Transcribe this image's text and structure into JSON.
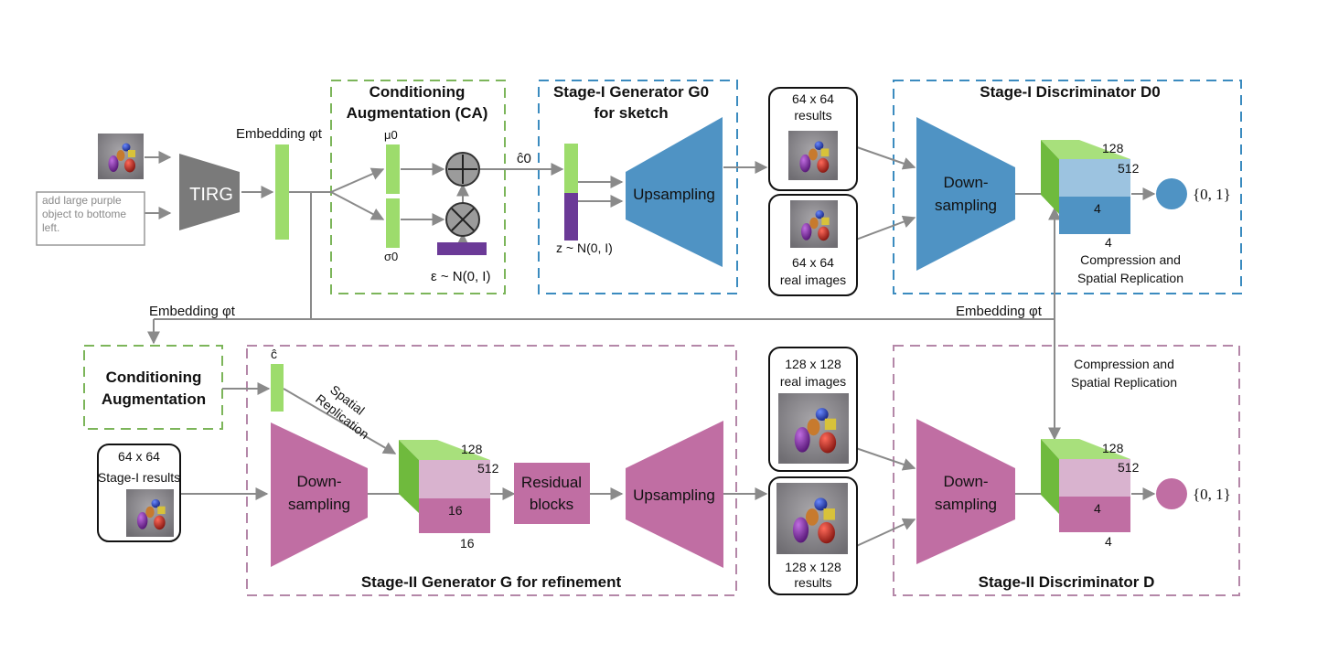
{
  "input": {
    "text": "add large purple object to bottome left."
  },
  "tirg": "TIRG",
  "embedding_top": "Embedding φt",
  "embedding_left": "Embedding φt",
  "embedding_right": "Embedding φt",
  "ca_title": [
    "Conditioning",
    "Augmentation (CA)"
  ],
  "mu": "μ0",
  "sigma": "σ0",
  "epsilon": "ε ~ N(0, I)",
  "c0": "ĉ0",
  "stage1_gen_title": [
    "Stage-I Generator G0",
    "for sketch"
  ],
  "z": "z ~ N(0, I)",
  "upsampling_1": "Upsampling",
  "results64": [
    "64 x 64",
    "results"
  ],
  "real64": [
    "64 x 64",
    "real images"
  ],
  "stage1_disc_title": "Stage-I Discriminator D0",
  "down1": [
    "Down-",
    "sampling"
  ],
  "dims1": {
    "a": "128",
    "b": "512",
    "c": "4",
    "d": "4"
  },
  "output1": "{0, 1}",
  "compression1": [
    "Compression and",
    "Spatial Replication"
  ],
  "ca2": [
    "Conditioning",
    "Augmentation"
  ],
  "c_hat": "ĉ",
  "spatial_rep": [
    "Spatial",
    "Replication"
  ],
  "stage1_results": [
    "64 x 64",
    "Stage-I results"
  ],
  "down2": [
    "Down-",
    "sampling"
  ],
  "dims2": {
    "a": "128",
    "b": "512",
    "c": "16",
    "d": "16"
  },
  "residual": [
    "Residual",
    "blocks"
  ],
  "upsampling_2": "Upsampling",
  "stage2_gen_title": "Stage-II Generator G for refinement",
  "real128": [
    "128 x 128",
    "real images"
  ],
  "results128": [
    "128 x 128",
    "results"
  ],
  "compression2": [
    "Compression and",
    "Spatial Replication"
  ],
  "down3": [
    "Down-",
    "sampling"
  ],
  "dims3": {
    "a": "128",
    "b": "512",
    "c": "4",
    "d": "4"
  },
  "output2": "{0, 1}",
  "stage2_disc_title": "Stage-II Discriminator D",
  "colors": {
    "green": "#9ddc6c",
    "purple": "#6b3a97",
    "blue": "#4f93c4",
    "pink": "#c06ea3",
    "gray": "#7a7a7a",
    "blue_dash": "#3b8bbf",
    "green_dash": "#7cb55a",
    "pink_dash": "#b487a8"
  }
}
